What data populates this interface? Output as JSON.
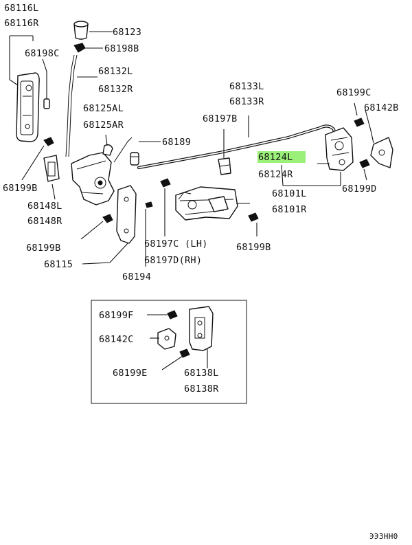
{
  "labels": {
    "l68116L": "68116L",
    "l68116R": "68116R",
    "l68123": "68123",
    "l68198C": "68198C",
    "l68198B": "68198B",
    "l68132L": "68132L",
    "l68132R": "68132R",
    "l68133L": "68133L",
    "l68133R": "68133R",
    "l68199C": "68199C",
    "l68142B": "68142B",
    "l68197B": "68197B",
    "l68125AL": "68125AL",
    "l68125AR": "68125AR",
    "l68189": "68189",
    "l68124L": "68124L",
    "l68124R": "68124R",
    "l68199D": "68199D",
    "l68199B_a": "68199B",
    "l68148L": "68148L",
    "l68148R": "68148R",
    "l68101L": "68101L",
    "l68101R": "68101R",
    "l68199B_b": "68199B",
    "l68197C": "68197C (LH)",
    "l68197D": "68197D(RH)",
    "l68199B_c": "68199B",
    "l68115": "68115",
    "l68194": "68194",
    "l68199F": "68199F",
    "l68142C": "68142C",
    "l68199E": "68199E",
    "l68138L": "68138L",
    "l68138R": "68138R",
    "code": "ЭЭЗНН0"
  },
  "highlight_color": "#9bf07a",
  "highlighted_part": "68124L"
}
